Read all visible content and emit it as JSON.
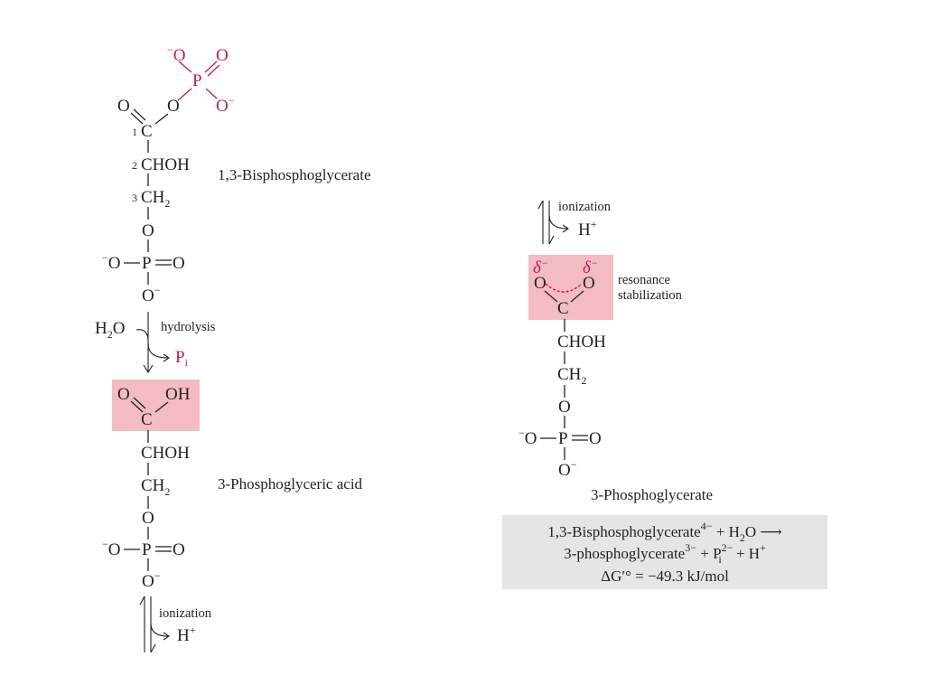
{
  "molecules": {
    "bpg": {
      "name": "1,3-Bisphosphoglycerate",
      "phosphate_top": {
        "o_minus": "O",
        "o_double": "O",
        "p": "P",
        "o_minus_right": "O",
        "charge": "−"
      },
      "carbonyl_o": "O",
      "bridge_o": "O",
      "carbon_labels": {
        "c1": "1",
        "c2": "2",
        "c3": "3"
      },
      "c1": "C",
      "c2": "CHOH",
      "c3": "CH",
      "c3_sub": "2",
      "ester_o": "O",
      "phosphate_left": "O",
      "phosphate_p": "P",
      "phosphate_right": "O",
      "phosphate_bottom": "O",
      "charge": "−"
    },
    "pga_acid": {
      "name": "3-Phosphoglyceric acid",
      "carbonyl_o": "O",
      "hydroxyl": "OH",
      "c1": "C",
      "c2": "CHOH",
      "c3": "CH",
      "c3_sub": "2",
      "ester_o": "O",
      "phosphate_left": "O",
      "phosphate_p": "P",
      "phosphate_right": "O",
      "phosphate_bottom": "O",
      "charge": "−"
    },
    "pga": {
      "name": "3-Phosphoglycerate",
      "delta": "δ",
      "delta_charge": "−",
      "o_left": "O",
      "o_right": "O",
      "c1": "C",
      "c2": "CHOH",
      "c3": "CH",
      "c3_sub": "2",
      "ester_o": "O",
      "phosphate_left": "O",
      "phosphate_p": "P",
      "phosphate_right": "O",
      "phosphate_bottom": "O",
      "charge": "−",
      "annotation_line1": "resonance",
      "annotation_line2": "stabilization"
    }
  },
  "steps": {
    "hydrolysis": {
      "label": "hydrolysis",
      "reactant": "H",
      "reactant_sub": "2",
      "reactant_tail": "O",
      "product": "P",
      "product_sub": "i"
    },
    "ionization_left": {
      "label": "ionization",
      "product": "H",
      "product_sup": "+"
    },
    "ionization_right": {
      "label": "ionization",
      "product": "H",
      "product_sup": "+"
    }
  },
  "equation": {
    "line1_a": "1,3-Bisphosphoglycerate",
    "line1_sup": "4−",
    "line1_b": " + H",
    "line1_sub": "2",
    "line1_c": "O ⟶",
    "line2_a": "3-phosphoglycerate",
    "line2_sup": "3−",
    "line2_b": " + P",
    "line2_pi_sup": "2−",
    "line2_pi_sub": "i",
    "line2_c": " + H",
    "line2_sup2": "+",
    "line3_a": "ΔG′° = −49.3 kJ/mol"
  },
  "colors": {
    "highlight": "#f3bcc2",
    "magenta": "#c2185b",
    "equation_bg": "#e5e5e5"
  }
}
